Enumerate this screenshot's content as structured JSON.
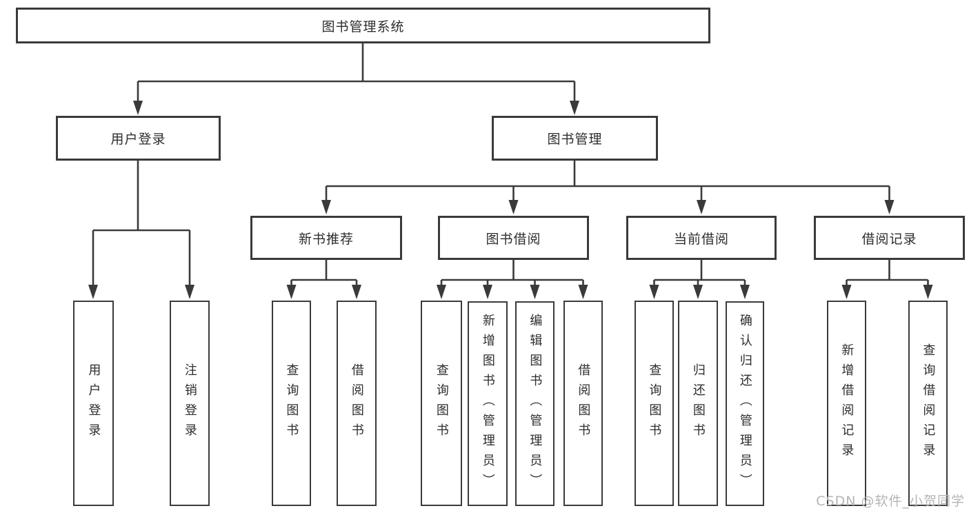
{
  "diagram": {
    "title": "图书管理系统",
    "level2": {
      "user_login": "用户登录",
      "book_mgmt": "图书管理"
    },
    "level3": {
      "new_rec": "新书推荐",
      "borrow": "图书借阅",
      "current": "当前借阅",
      "record": "借阅记录"
    },
    "leaves": {
      "login": "用户登录",
      "logout": "注销登录",
      "rec_query": "查询图书",
      "rec_borrow": "借阅图书",
      "bor_query": "查询图书",
      "bor_add": "新增图书（管理员）",
      "bor_edit": "编辑图书（管理员）",
      "bor_borrow": "借阅图书",
      "cur_query": "查询图书",
      "cur_return": "归还图书",
      "cur_confirm": "确认归还（管理员）",
      "rcd_add": "新增借阅记录",
      "rcd_query": "查询借阅记录"
    }
  },
  "watermark": "CSDN @软件_小贺同学",
  "colors": {
    "line": "#3a3a3a",
    "text": "#2d2d2d",
    "box_background": "#ffffff",
    "watermark": "#b5b5b5"
  }
}
